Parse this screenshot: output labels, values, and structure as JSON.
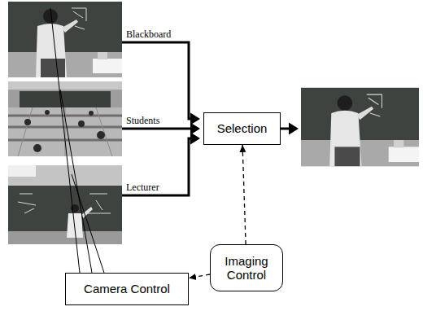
{
  "diagram": {
    "nodes": [
      {
        "text": [
          "Selection"
        ]
      },
      {
        "text": [
          "Imaging Control"
        ]
      },
      {
        "text": [
          "Camera Control"
        ]
      }
    ],
    "edges": [
      {
        "from": 1,
        "to": 0,
        "arrow": "to"
      },
      {
        "from": 1,
        "to": 2,
        "arrow": "to"
      }
    ],
    "labels": [
      "Blackboard",
      "Students",
      "Lecturer"
    ]
  }
}
